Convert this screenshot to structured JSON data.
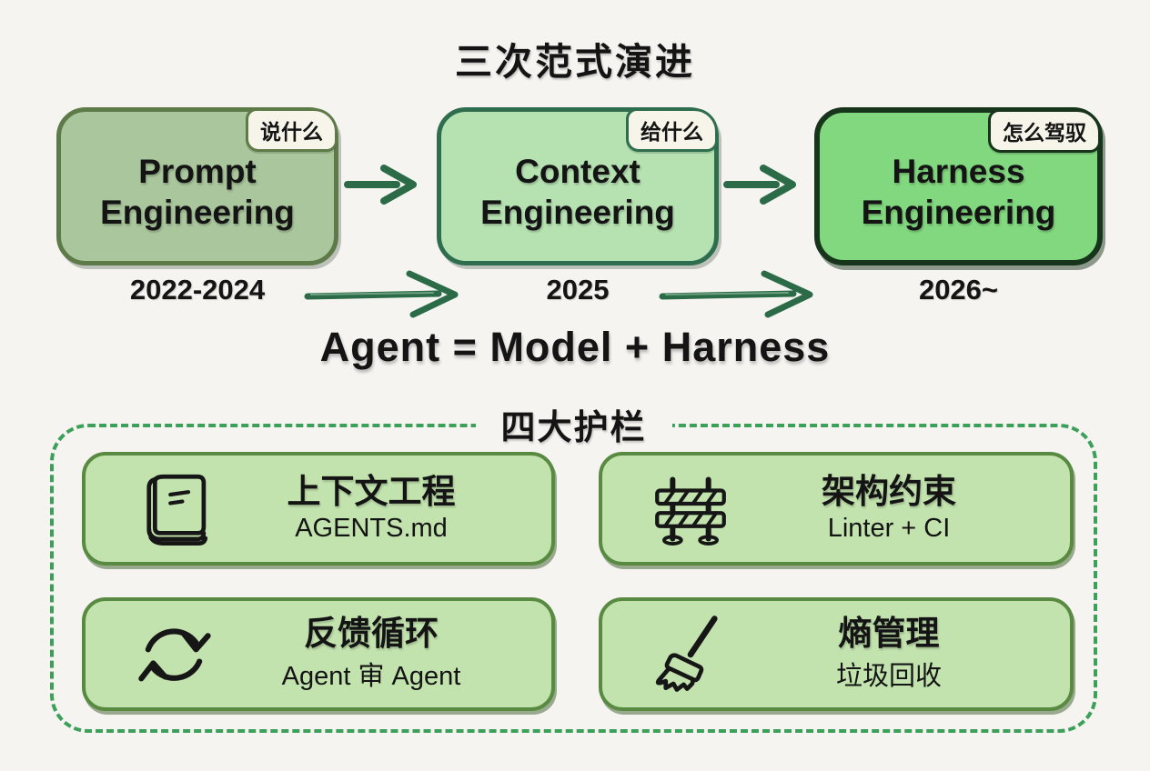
{
  "page": {
    "title": "三次范式演进",
    "formula": "Agent = Model + Harness",
    "background": "#f5f4f1",
    "arrow_color": "#2c6b47",
    "badge_fill": "#f7f4ea",
    "text_color": "#141414"
  },
  "stages": [
    {
      "name": "Prompt Engineering",
      "badge": "说什么",
      "period": "2022-2024",
      "fill": "#a9c69c",
      "border": "#5e7a49"
    },
    {
      "name": "Context Engineering",
      "badge": "给什么",
      "period": "2025",
      "fill": "#b6e2b2",
      "border": "#2e6e4f"
    },
    {
      "name": "Harness Engineering",
      "badge": "怎么驾驭",
      "period": "2026~",
      "fill": "#82d87f",
      "border": "#17351b"
    }
  ],
  "guardrails": {
    "title": "四大护栏",
    "border_color": "#3da05a",
    "card_fill": "#c2e3ae",
    "card_border": "#588a41",
    "cards": [
      {
        "icon": "book-icon",
        "title": "上下文工程",
        "subtitle": "AGENTS.md"
      },
      {
        "icon": "barrier-icon",
        "title": "架构约束",
        "subtitle": "Linter + CI"
      },
      {
        "icon": "cycle-icon",
        "title": "反馈循环",
        "subtitle": "Agent 审 Agent"
      },
      {
        "icon": "broom-icon",
        "title": "熵管理",
        "subtitle": "垃圾回收"
      }
    ]
  }
}
